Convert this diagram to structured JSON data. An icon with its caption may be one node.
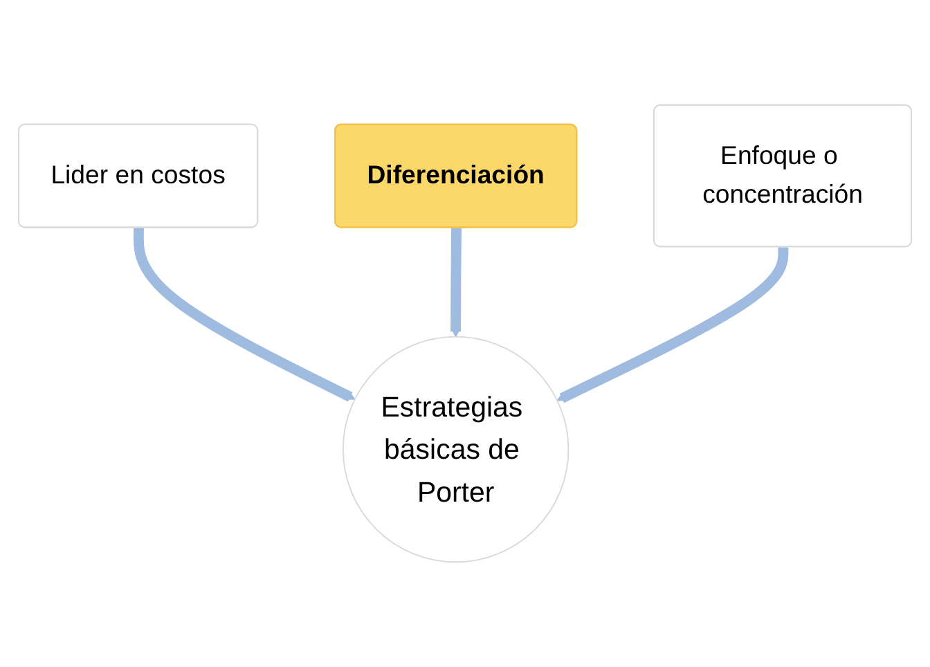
{
  "diagram": {
    "nodes": [
      {
        "text": [
          "Lider en costos"
        ]
      },
      {
        "text": [
          "Diferenciación"
        ]
      },
      {
        "text": [
          "Enfoque o concentración"
        ]
      },
      {
        "text": [
          "Estrategias básicas de Porter"
        ]
      }
    ],
    "edges": [
      {
        "from": 0,
        "to": 3,
        "arrow": "to"
      },
      {
        "from": 1,
        "to": 3,
        "arrow": "to"
      },
      {
        "from": 2,
        "to": 3,
        "arrow": "to"
      }
    ]
  }
}
